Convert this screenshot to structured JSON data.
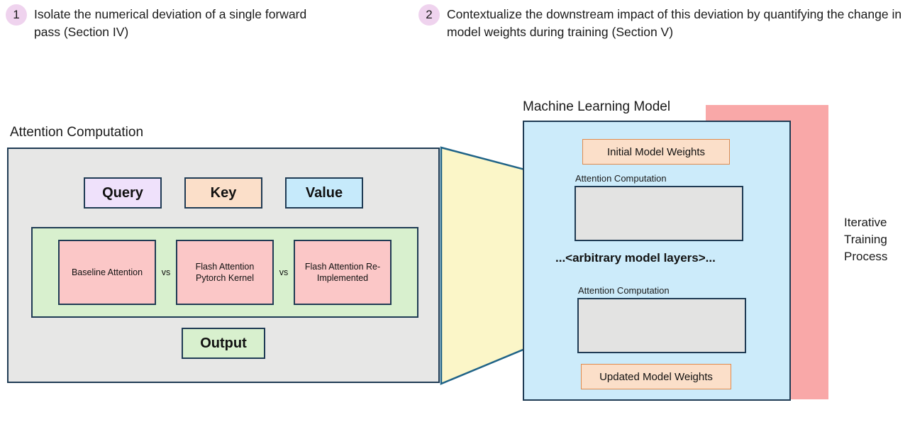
{
  "bullets": [
    {
      "number": "1",
      "text": "Isolate the numerical deviation of a single forward pass (Section IV)"
    },
    {
      "number": "2",
      "text": "Contextualize the downstream impact of this deviation by quantifying the change in model weights during training (Section V)"
    }
  ],
  "attention_panel": {
    "caption": "Attention Computation",
    "inputs": [
      {
        "label": "Query",
        "color": "#EFE1FB"
      },
      {
        "label": "Key",
        "color": "#FBDFC9"
      },
      {
        "label": "Value",
        "color": "#C6EAFB"
      }
    ],
    "comparison": {
      "methods": [
        "Baseline Attention",
        "Flash Attention Pytorch Kernel",
        "Flash Attention Re-Implemented"
      ],
      "separator_label": "vs",
      "band_color": "#D8F0CE",
      "method_color": "#FBC7C7"
    },
    "output_label": "Output"
  },
  "ml_panel": {
    "caption": "Machine Learning Model",
    "initial_weights_label": "Initial Model Weights",
    "updated_weights_label": "Updated Model Weights",
    "attention_slot_caption": "Attention Computation",
    "arbitrary_layers_label": "...<arbitrary model layers>...",
    "panel_color": "#CCEBFA",
    "weights_color": "#FBDFC9"
  },
  "iterative_process": {
    "label_line_1": "Iterative",
    "label_line_2": "Training",
    "label_line_3": "Process",
    "arrow_color": "#F9A8A8"
  },
  "colors": {
    "outline": "#1F3B54",
    "badge": "#EFD3EE",
    "funnel": "#FBF6C8",
    "panel_gray": "#E7E7E6",
    "slot_gray": "#E3E3E2"
  }
}
